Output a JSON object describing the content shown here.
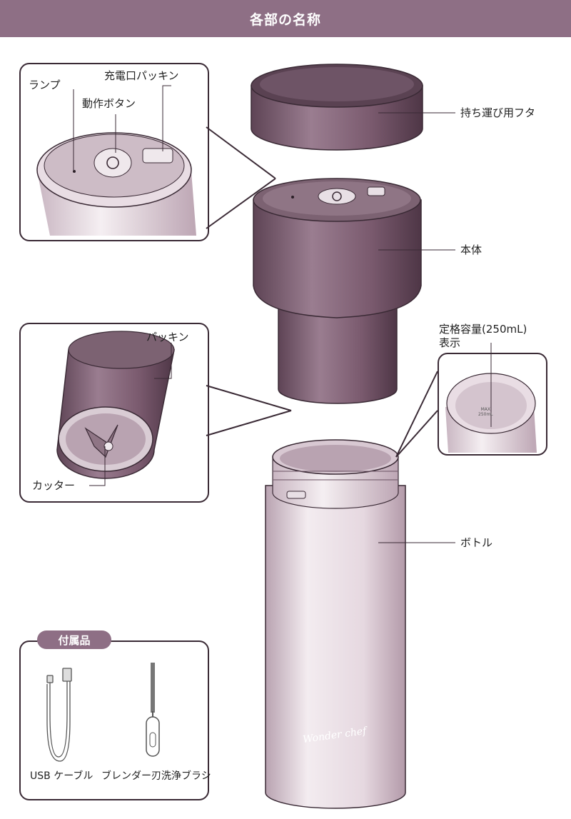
{
  "header": {
    "title": "各部の名称"
  },
  "labels": {
    "lid": "持ち運び用フタ",
    "body": "本体",
    "bottle": "ボトル",
    "lamp": "ランプ",
    "charge_gasket": "充電口パッキン",
    "power_button": "動作ボタン",
    "gasket": "パッキン",
    "cutter": "カッター",
    "capacity_line1": "定格容量(250mL)",
    "capacity_line2": "表示"
  },
  "accessories": {
    "title": "付属品",
    "items": [
      "USB ケーブル",
      "ブレンダー刃洗浄ブラシ"
    ]
  },
  "product": {
    "logo_text": "Wonder chef",
    "max_marking": "MAX",
    "capacity_marking": "250mL"
  },
  "colors": {
    "accent": "#8e6f85",
    "body_dark": "#7a5a6e",
    "body_light": "#b49aab",
    "bottle": "#e9dde4"
  }
}
